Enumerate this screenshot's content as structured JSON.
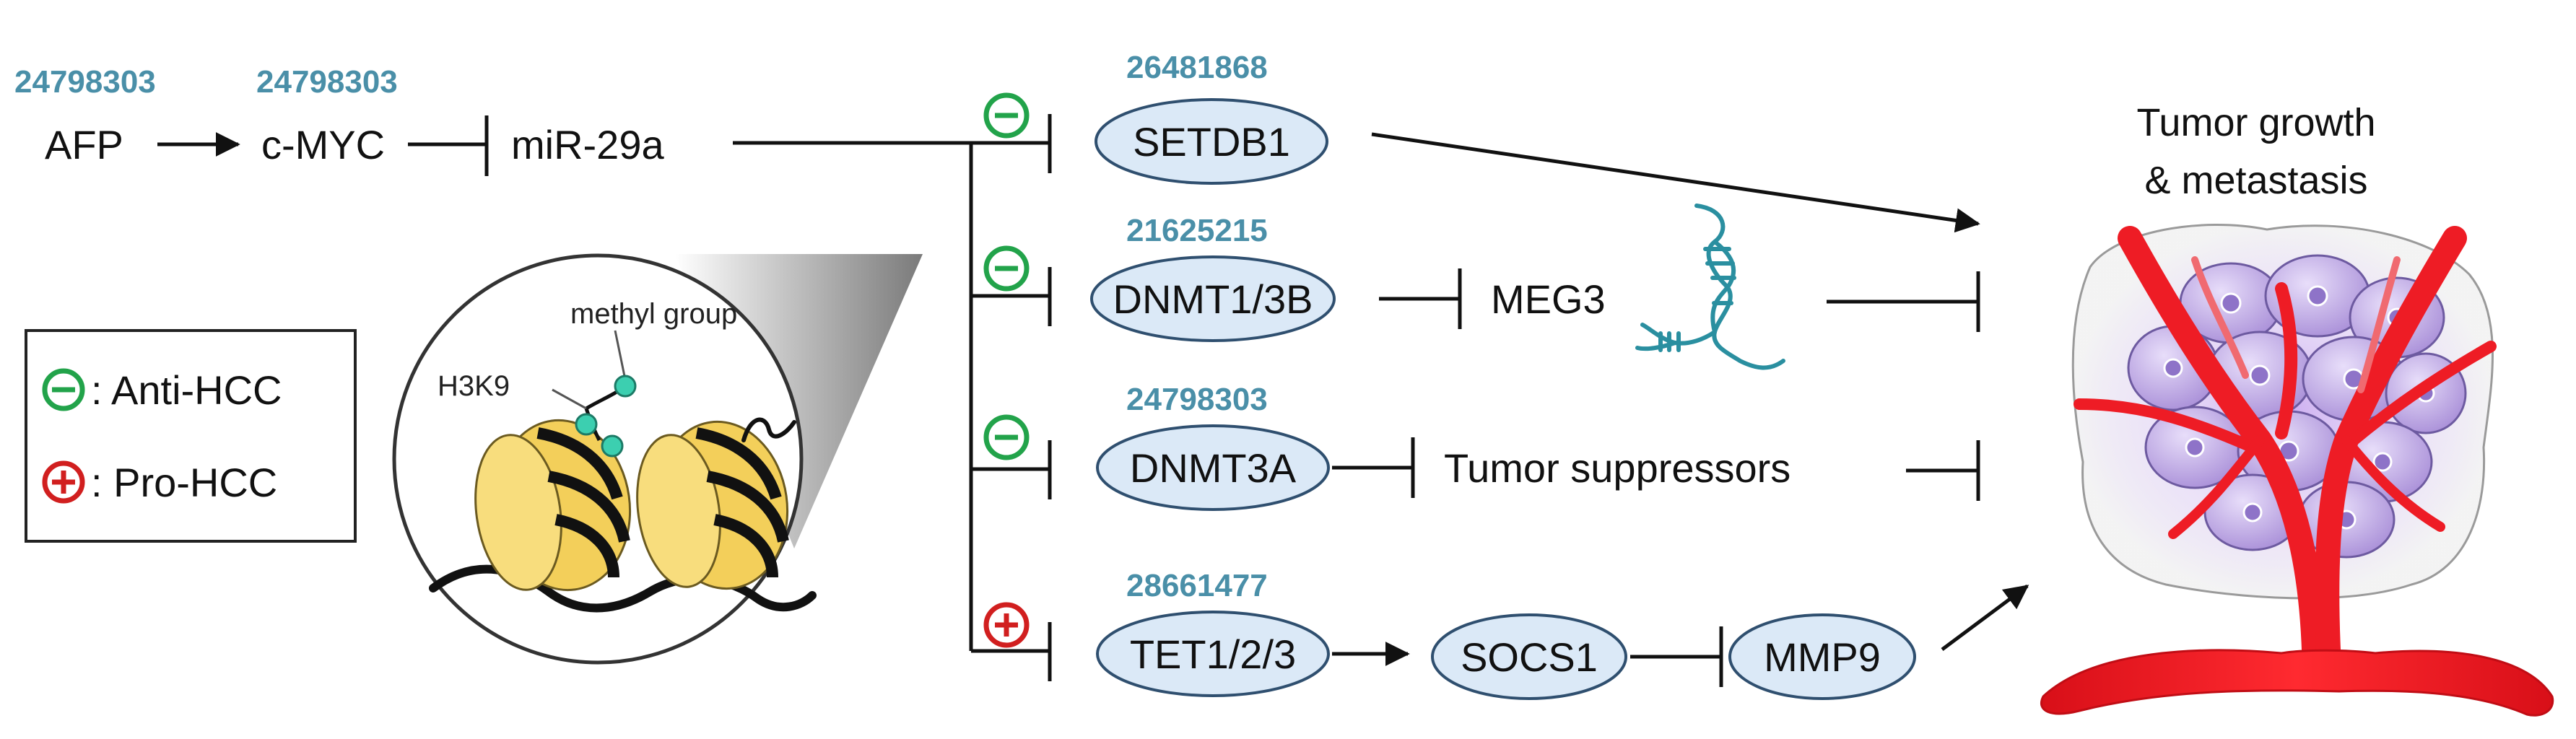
{
  "colors": {
    "pmid": "#4a8fa8",
    "anti": "#22a34a",
    "pro": "#d11f1f",
    "ellipse_fill": "#dbe9f7",
    "ellipse_stroke": "#2f4f6f",
    "nucleosome": "#f3cf5a",
    "vessel": "#ee1c25",
    "cell": "#b9a3dd",
    "rna": "#2a8fa0"
  },
  "nodes": {
    "afp": "AFP",
    "cmyc": "c-MYC",
    "mir29a": "miR-29a",
    "setdb1": "SETDB1",
    "dnmt1_3b": "DNMT1/3B",
    "dnmt3a": "DNMT3A",
    "tet": "TET1/2/3",
    "meg3": "MEG3",
    "tumor_suppressors": "Tumor suppressors",
    "socs1": "SOCS1",
    "mmp9": "MMP9"
  },
  "pmids": {
    "afp": "24798303",
    "cmyc": "24798303",
    "setdb1": "26481868",
    "dnmt1_3b": "21625215",
    "dnmt3a": "24798303",
    "tet": "28661477"
  },
  "outcome": {
    "line1": "Tumor growth",
    "line2": "& metastasis"
  },
  "legend": {
    "anti": ": Anti-HCC",
    "pro": ": Pro-HCC"
  },
  "inset": {
    "methyl": "methyl group",
    "h3k9": "H3K9"
  },
  "icons": {
    "anti": "minus-circle-icon",
    "pro": "plus-circle-icon",
    "rna": "rna-hairpin-icon",
    "tumor": "tumor-icon",
    "nucleosome": "nucleosome-icon"
  }
}
